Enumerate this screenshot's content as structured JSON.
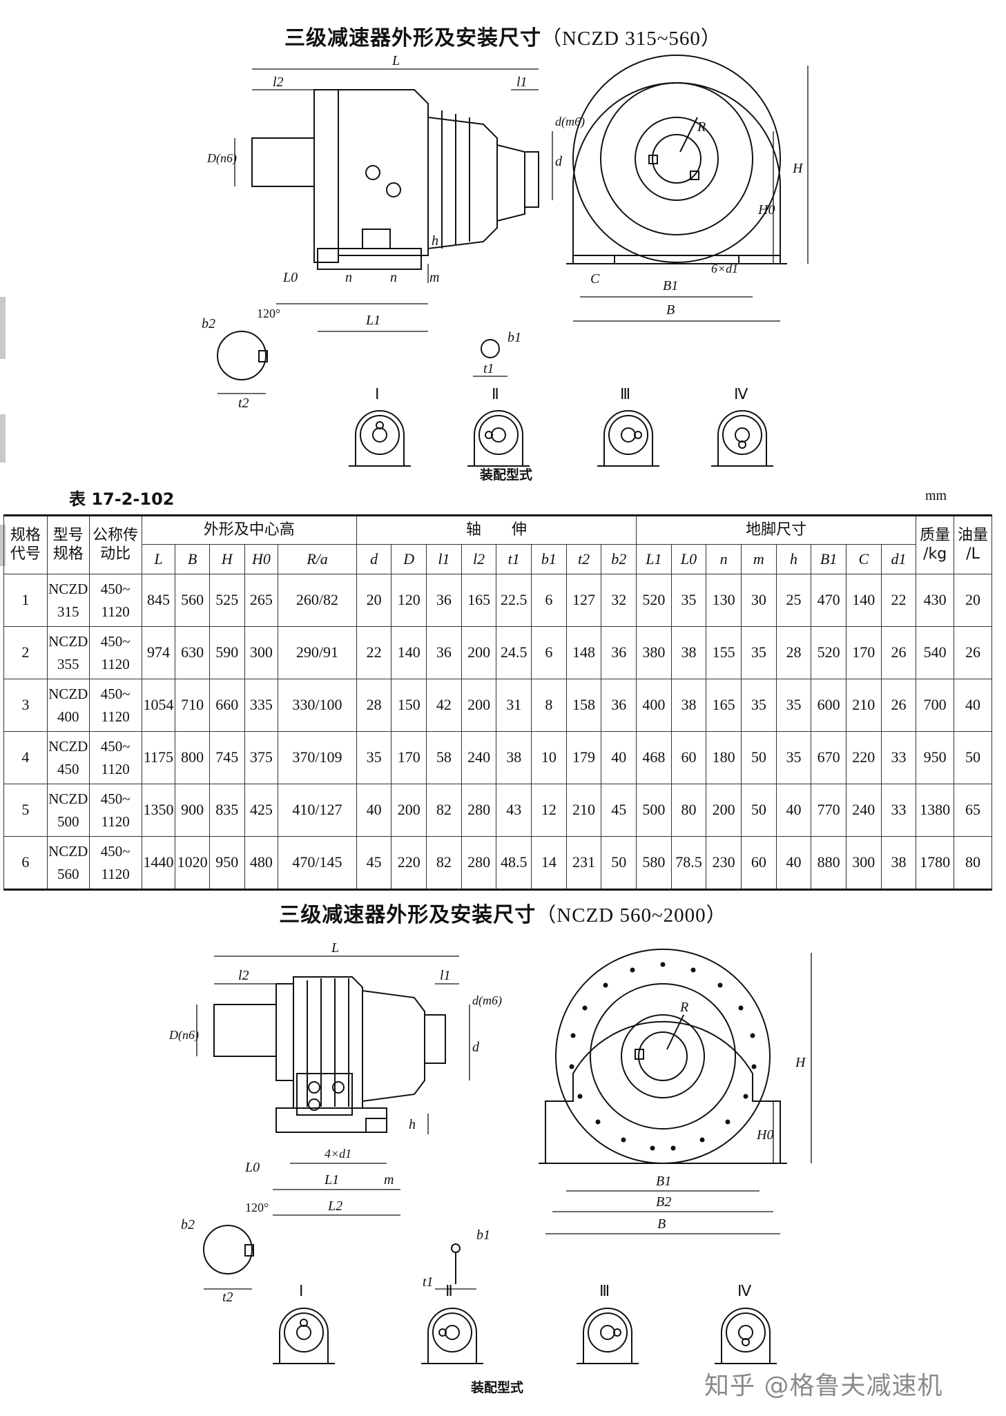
{
  "top_title": {
    "text": "三级减速器外形及安装尺寸",
    "model": "（NCZD 315~560）"
  },
  "bottom_title": {
    "text": "三级减速器外形及安装尺寸",
    "model": "（NCZD 560~2000）"
  },
  "diagram_top": {
    "dims": {
      "L": "L",
      "l2": "l2",
      "l1": "l1",
      "d_m6": "d(m6)",
      "d": "d",
      "D_n6": "D(n6)",
      "h": "h",
      "L0": "L0",
      "n": "n",
      "m": "m",
      "L1": "L1",
      "R": "R",
      "H": "H",
      "H0": "H0",
      "C": "C",
      "bolt": "6×d1",
      "B1": "B1",
      "B": "B",
      "angle": "120°",
      "b2": "b2",
      "t2": "t2",
      "b1": "b1",
      "t1": "t1"
    },
    "mount_labels": [
      "Ⅰ",
      "Ⅱ",
      "Ⅲ",
      "Ⅳ"
    ],
    "mount_caption": "装配型式"
  },
  "diagram_bottom": {
    "dims": {
      "L": "L",
      "l2": "l2",
      "l1": "l1",
      "d_m6": "d(m6)",
      "d": "d",
      "D_n6": "D(n6)",
      "h": "h",
      "L0": "L0",
      "bolt": "4×d1",
      "L1": "L1",
      "m": "m",
      "L2": "L2",
      "R": "R",
      "H": "H",
      "H0": "H0",
      "B1": "B1",
      "B2": "B2",
      "B": "B",
      "angle": "120°",
      "b2": "b2",
      "t2": "t2",
      "b1": "b1",
      "t1": "t1"
    },
    "mount_labels": [
      "Ⅰ",
      "Ⅱ",
      "Ⅲ",
      "Ⅳ"
    ],
    "mount_caption": "装配型式"
  },
  "table": {
    "label": "表 17-2-102",
    "unit": "mm",
    "headers_top": {
      "code": [
        "规格",
        "代号"
      ],
      "model": [
        "型号",
        "规格"
      ],
      "ratio": [
        "公称传",
        "动比"
      ],
      "group_outline": "外形及中心高",
      "group_shaft": "轴　　伸",
      "group_foot": "地脚尺寸",
      "mass": [
        "质量",
        "/kg"
      ],
      "oil": [
        "油量",
        "/L"
      ]
    },
    "sub_headers": [
      "L",
      "B",
      "H",
      "H0",
      "R/a",
      "d",
      "D",
      "l1",
      "l2",
      "t1",
      "b1",
      "t2",
      "b2",
      "L1",
      "L0",
      "n",
      "m",
      "h",
      "B1",
      "C",
      "d1"
    ],
    "rows": [
      {
        "code": "1",
        "model": [
          "NCZD",
          "315"
        ],
        "ratio": [
          "450~",
          "1120"
        ],
        "values": [
          "845",
          "560",
          "525",
          "265",
          "260/82",
          "20",
          "120",
          "36",
          "165",
          "22.5",
          "6",
          "127",
          "32",
          "520",
          "35",
          "130",
          "30",
          "25",
          "470",
          "140",
          "22",
          "430",
          "20"
        ]
      },
      {
        "code": "2",
        "model": [
          "NCZD",
          "355"
        ],
        "ratio": [
          "450~",
          "1120"
        ],
        "values": [
          "974",
          "630",
          "590",
          "300",
          "290/91",
          "22",
          "140",
          "36",
          "200",
          "24.5",
          "6",
          "148",
          "36",
          "380",
          "38",
          "155",
          "35",
          "28",
          "520",
          "170",
          "26",
          "540",
          "26"
        ]
      },
      {
        "code": "3",
        "model": [
          "NCZD",
          "400"
        ],
        "ratio": [
          "450~",
          "1120"
        ],
        "values": [
          "1054",
          "710",
          "660",
          "335",
          "330/100",
          "28",
          "150",
          "42",
          "200",
          "31",
          "8",
          "158",
          "36",
          "400",
          "38",
          "165",
          "35",
          "35",
          "600",
          "210",
          "26",
          "700",
          "40"
        ]
      },
      {
        "code": "4",
        "model": [
          "NCZD",
          "450"
        ],
        "ratio": [
          "450~",
          "1120"
        ],
        "values": [
          "1175",
          "800",
          "745",
          "375",
          "370/109",
          "35",
          "170",
          "58",
          "240",
          "38",
          "10",
          "179",
          "40",
          "468",
          "60",
          "180",
          "50",
          "35",
          "670",
          "220",
          "33",
          "950",
          "50"
        ]
      },
      {
        "code": "5",
        "model": [
          "NCZD",
          "500"
        ],
        "ratio": [
          "450~",
          "1120"
        ],
        "values": [
          "1350",
          "900",
          "835",
          "425",
          "410/127",
          "40",
          "200",
          "82",
          "280",
          "43",
          "12",
          "210",
          "45",
          "500",
          "80",
          "200",
          "50",
          "40",
          "770",
          "240",
          "33",
          "1380",
          "65"
        ]
      },
      {
        "code": "6",
        "model": [
          "NCZD",
          "560"
        ],
        "ratio": [
          "450~",
          "1120"
        ],
        "values": [
          "1440",
          "1020",
          "950",
          "480",
          "470/145",
          "45",
          "220",
          "82",
          "280",
          "48.5",
          "14",
          "231",
          "50",
          "580",
          "78.5",
          "230",
          "60",
          "40",
          "880",
          "300",
          "38",
          "1780",
          "80"
        ]
      }
    ]
  },
  "watermark": "知乎 @格鲁夫减速机"
}
